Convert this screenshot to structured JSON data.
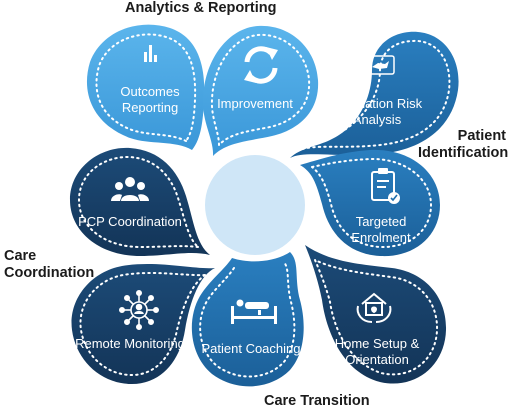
{
  "sections": {
    "top": "Analytics & Reporting",
    "right": "Patient Identification",
    "left": "Care Coordination",
    "bottom": "Care Transition"
  },
  "petals": [
    {
      "label": "Outcomes Reporting",
      "icon": "bar-chart-icon"
    },
    {
      "label": "Improvement",
      "icon": "refresh-cycle-icon"
    },
    {
      "label": "Population Risk Analysis",
      "icon": "map-card-icon"
    },
    {
      "label": "PCP Coordination",
      "icon": "team-group-icon"
    },
    {
      "label": "Targeted Enrolment",
      "icon": "clipboard-check-icon"
    },
    {
      "label": "Remote Monitoring",
      "icon": "network-person-icon"
    },
    {
      "label": "Patient Coaching",
      "icon": "patient-bed-icon"
    },
    {
      "label": "Home Setup & Orientation",
      "icon": "home-hands-icon"
    }
  ],
  "colors": {
    "light": "#42a6e6",
    "medium": "#1f6fad",
    "dark": "#163e66",
    "center": "#cfe6f7"
  }
}
